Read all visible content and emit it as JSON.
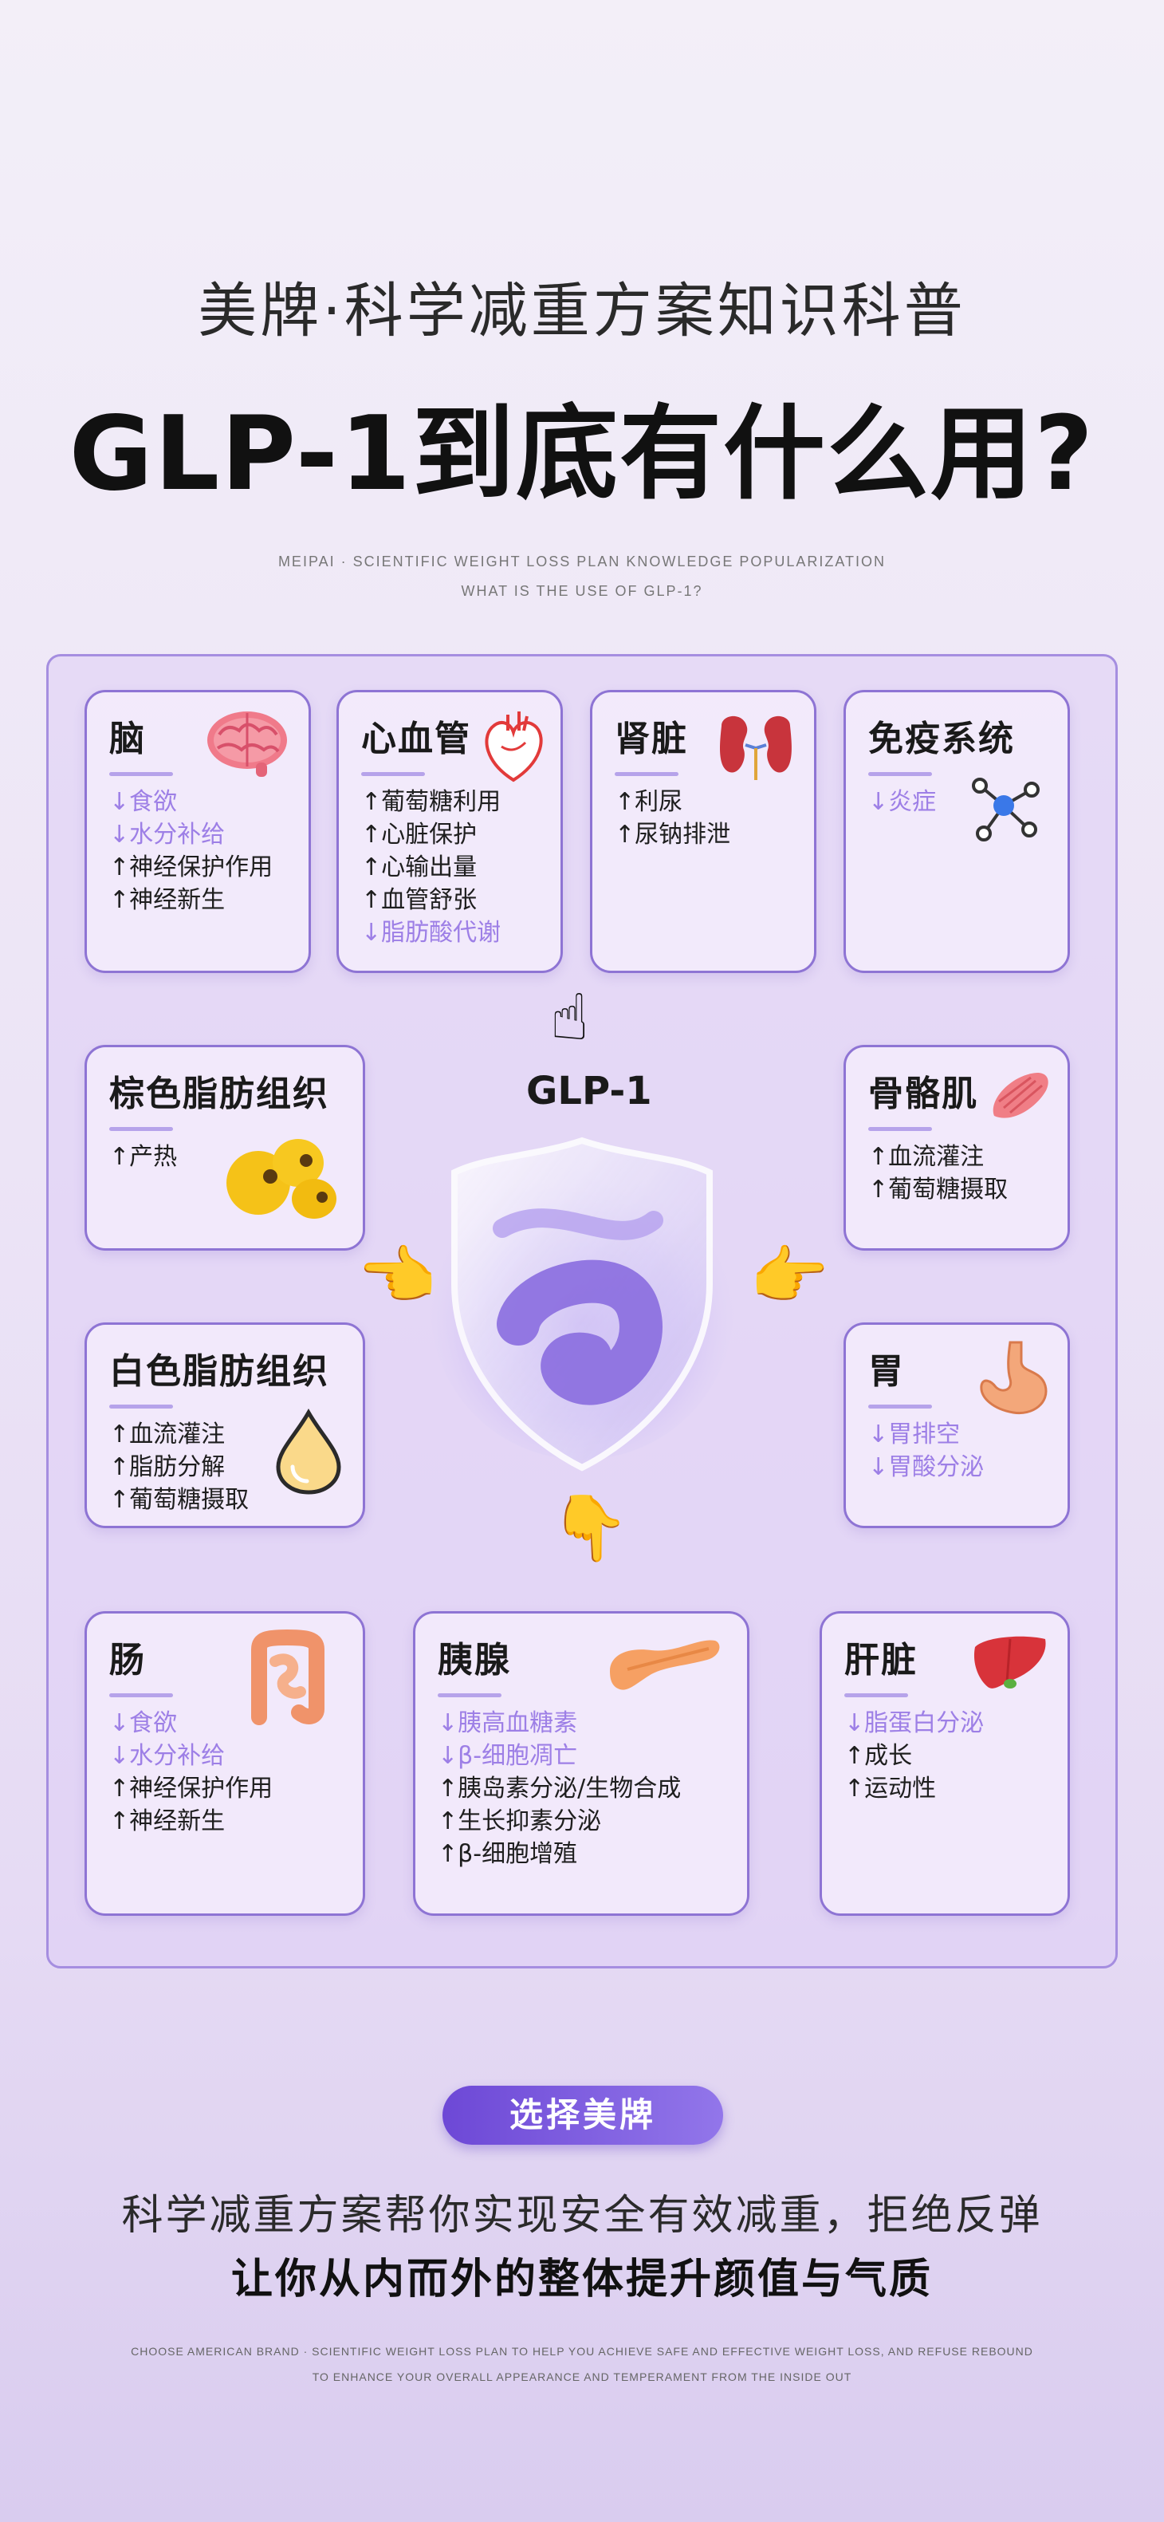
{
  "header": {
    "subtitle": "美牌·科学减重方案知识科普",
    "title": "GLP-1到底有什么用?",
    "en_line1": "MEIPAI · SCIENTIFIC WEIGHT LOSS PLAN KNOWLEDGE POPULARIZATION",
    "en_line2": "WHAT IS THE USE OF GLP-1?"
  },
  "center": {
    "label": "GLP-1"
  },
  "cards": {
    "brain": {
      "title": "脑",
      "lines": [
        "↓食欲",
        "↓水分补给",
        "↑神经保护作用",
        "↑神经新生"
      ]
    },
    "cardio": {
      "title": "心血管",
      "lines": [
        "↑葡萄糖利用",
        "↑心脏保护",
        "↑心输出量",
        "↑血管舒张",
        "↓脂肪酸代谢"
      ]
    },
    "kidney": {
      "title": "肾脏",
      "lines": [
        "↑利尿",
        "↑尿钠排泄"
      ]
    },
    "immune": {
      "title": "免疫系统",
      "lines": [
        "↓炎症"
      ]
    },
    "brown_fat": {
      "title": "棕色脂肪组织",
      "lines": [
        "↑产热"
      ]
    },
    "muscle": {
      "title": "骨骼肌",
      "lines": [
        "↑血流灌注",
        "↑葡萄糖摄取"
      ]
    },
    "white_fat": {
      "title": "白色脂肪组织",
      "lines": [
        "↑血流灌注",
        "↑脂肪分解",
        "↑葡萄糖摄取"
      ]
    },
    "stomach": {
      "title": "胃",
      "lines": [
        "↓胃排空",
        "↓胃酸分泌"
      ]
    },
    "intestine": {
      "title": "肠",
      "lines": [
        "↓食欲",
        "↓水分补给",
        "↑神经保护作用",
        "↑神经新生"
      ]
    },
    "pancreas": {
      "title": "胰腺",
      "lines": [
        "↓胰高血糖素",
        "↓β-细胞凋亡",
        "↑胰岛素分泌/生物合成",
        "↑生长抑素分泌",
        "↑β-细胞增殖"
      ]
    },
    "liver": {
      "title": "肝脏",
      "lines": [
        "↓脂蛋白分泌",
        "↑成长",
        "↑运动性"
      ]
    }
  },
  "cta": {
    "button": "选择美牌",
    "slogan1": "科学减重方案帮你实现安全有效减重，拒绝反弹",
    "slogan2": "让你从内而外的整体提升颜值与气质",
    "en_line1": "CHOOSE AMERICAN BRAND · SCIENTIFIC WEIGHT LOSS PLAN TO HELP YOU ACHIEVE SAFE AND EFFECTIVE WEIGHT LOSS, AND REFUSE REBOUND",
    "en_line2": "TO ENHANCE YOUR OVERALL APPEARANCE AND TEMPERAMENT FROM THE INSIDE OUT"
  },
  "colors": {
    "up": "#1e1e1e",
    "down": "#9d7fe6",
    "accent": "#7a5bdc"
  },
  "icons": [
    "brain-icon",
    "heart-icon",
    "kidney-icon",
    "molecule-icon",
    "fat-cells-icon",
    "muscle-icon",
    "fat-drop-icon",
    "stomach-icon",
    "intestine-icon",
    "pancreas-icon",
    "liver-icon",
    "shield-icon",
    "pointing-hand-icon"
  ]
}
